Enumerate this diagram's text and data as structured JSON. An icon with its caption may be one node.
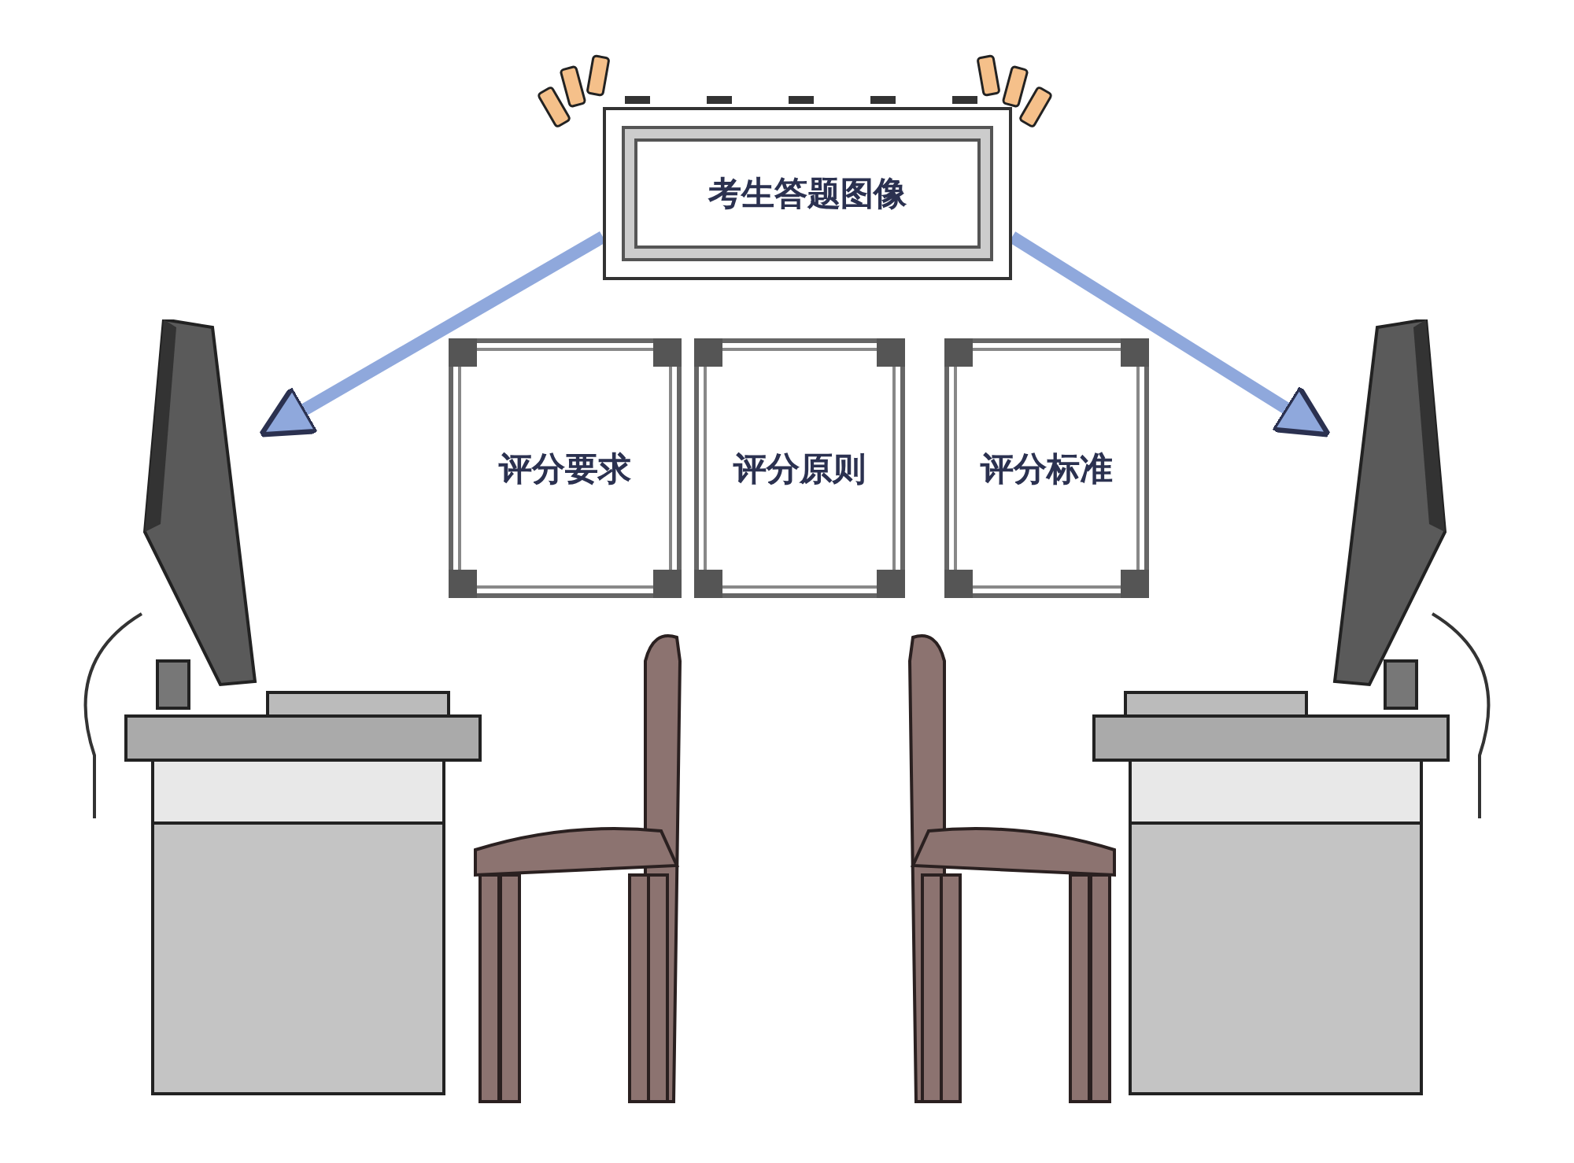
{
  "diagram": {
    "nodes": [
      {
        "text": [
          "考生答题图像"
        ]
      },
      {
        "text": [
          "评分要求"
        ]
      },
      {
        "text": [
          "评分原则"
        ]
      },
      {
        "text": [
          "评分标准"
        ]
      },
      {
        "text": [],
        "shape": "picture"
      },
      {
        "text": [],
        "shape": "picture"
      }
    ],
    "edges": [
      {
        "from": 0,
        "to": 4,
        "arrow": "to"
      },
      {
        "from": 0,
        "to": 5,
        "arrow": "to"
      }
    ]
  }
}
